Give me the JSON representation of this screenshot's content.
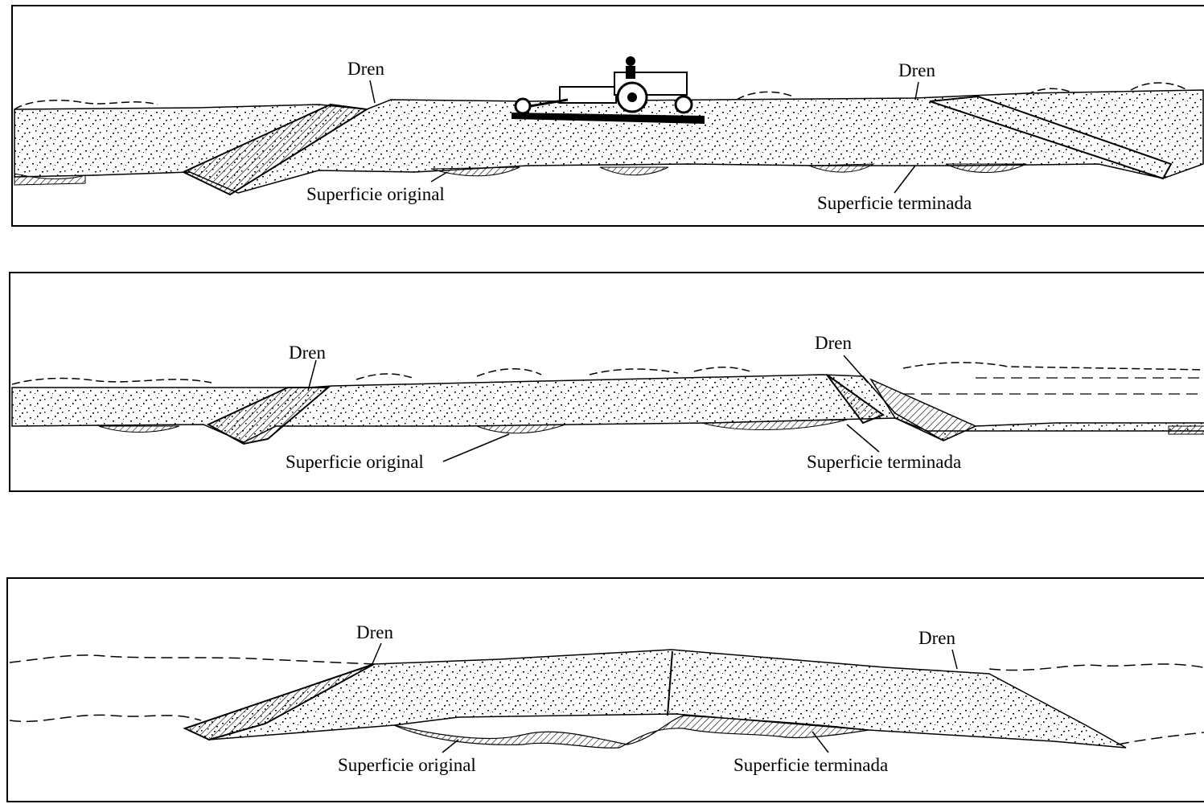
{
  "panels": [
    {
      "drain_left": "Dren",
      "drain_right": "Dren",
      "original": "Superficie original",
      "finished": "Superficie terminada"
    },
    {
      "drain_left": "Dren",
      "drain_right": "Dren",
      "original": "Superficie original",
      "finished": "Superficie terminada"
    },
    {
      "drain_left": "Dren",
      "drain_right": "Dren",
      "original": "Superficie original",
      "finished": "Superficie terminada"
    }
  ],
  "icons": [
    "tractor-icon"
  ]
}
